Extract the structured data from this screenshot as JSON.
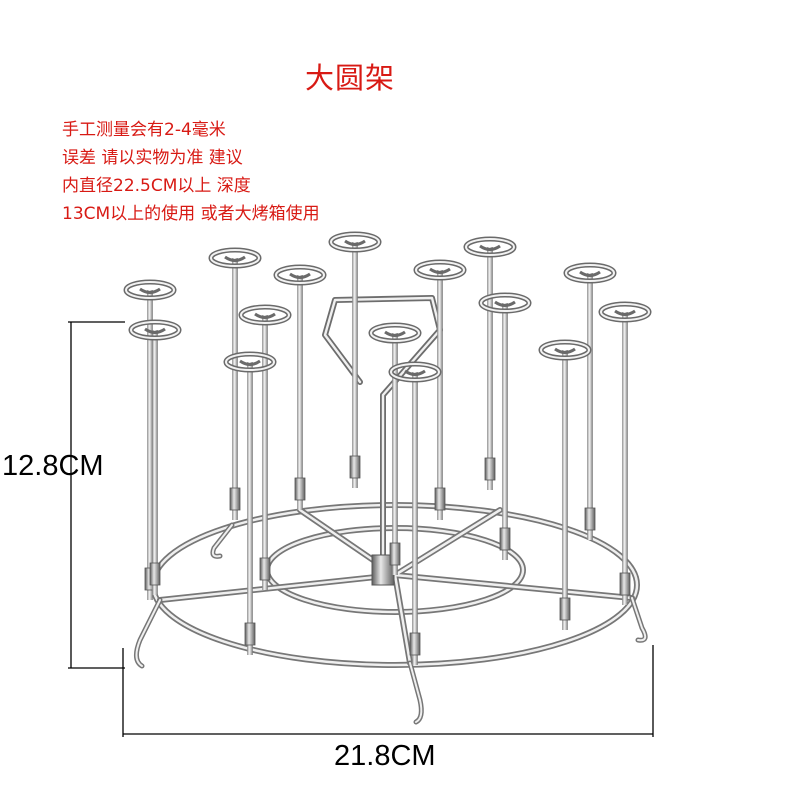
{
  "title": "大圆架",
  "notes": [
    "手工测量会有2-4毫米",
    "误差 请以实物为准 建议",
    "内直径22.5CM以上 深度",
    "13CM以上的使用 或者大烤箱使用"
  ],
  "dimensions": {
    "height_label": "12.8CM",
    "width_label": "21.8CM"
  },
  "colors": {
    "text_red": "#d81a14",
    "metal_light": "#eeeeee",
    "metal_mid": "#b8b8b8",
    "metal_dark": "#6a6a6a",
    "dimension_line": "#000000"
  }
}
